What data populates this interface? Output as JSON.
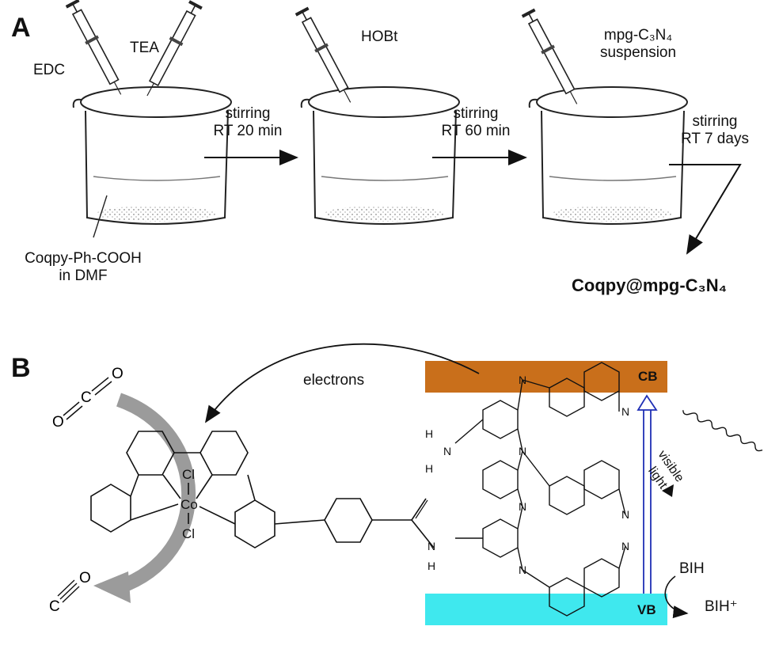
{
  "panel_a": {
    "letter": "A",
    "reagents": {
      "edc": "EDC",
      "tea": "TEA",
      "hobt": "HOBt",
      "mpg_line1": "mpg-C₃N₄",
      "mpg_line2": "suspension"
    },
    "start_material_line1": "Coqpy-Ph-COOH",
    "start_material_line2": "in DMF",
    "steps": [
      {
        "line1": "stirring",
        "line2": "RT 20 min"
      },
      {
        "line1": "stirring",
        "line2": "RT 60 min"
      },
      {
        "line1": "stirring",
        "line2": "RT 7 days"
      }
    ],
    "product": "Coqpy@mpg-C₃N₄"
  },
  "panel_b": {
    "letter": "B",
    "electrons_label": "electrons",
    "cb_label": "CB",
    "vb_label": "VB",
    "light_label_line1": "visible",
    "light_label_line2": "light",
    "donor": "BIH",
    "donor_oxidized": "BIH⁺",
    "co2_atoms": [
      "O",
      "C",
      "O"
    ],
    "co_atoms": [
      "C",
      "O"
    ],
    "complex_atoms": {
      "metal": "Co",
      "chloride": "Cl"
    },
    "colors": {
      "cb_band": "#c96f1b",
      "vb_band": "#3fe8ee",
      "excitation_arrow": "#1f2fb5",
      "curved_arrow": "#9b9b9b"
    }
  }
}
